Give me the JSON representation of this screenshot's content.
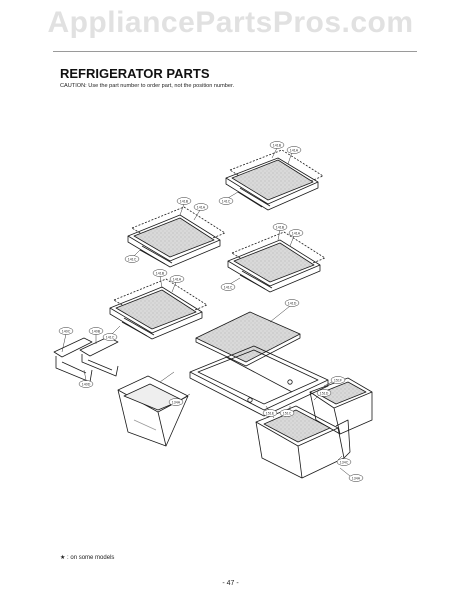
{
  "watermark": "AppliancePartsPros.com",
  "header": {
    "title": "REFRIGERATOR PARTS",
    "caution": "CAUTION: Use the part number to order part, not the position number."
  },
  "callouts": {
    "c1": "141B",
    "c2": "141A",
    "c3": "141C",
    "c4": "141B",
    "c5": "141A",
    "c6": "141C",
    "c7": "141B",
    "c8": "141A",
    "c9": "141C",
    "c10": "141B",
    "c11": "141A",
    "c12": "141C",
    "c13": "140C",
    "c14": "140B",
    "c15": "140D",
    "c16": "141D",
    "c17": "134A",
    "c18": "151F",
    "c19": "151D",
    "c20": "151E",
    "c21": "151C",
    "c22": "134C",
    "c23": "134A"
  },
  "footer": {
    "note": "★ : on some models",
    "page_number": "- 47 -"
  }
}
